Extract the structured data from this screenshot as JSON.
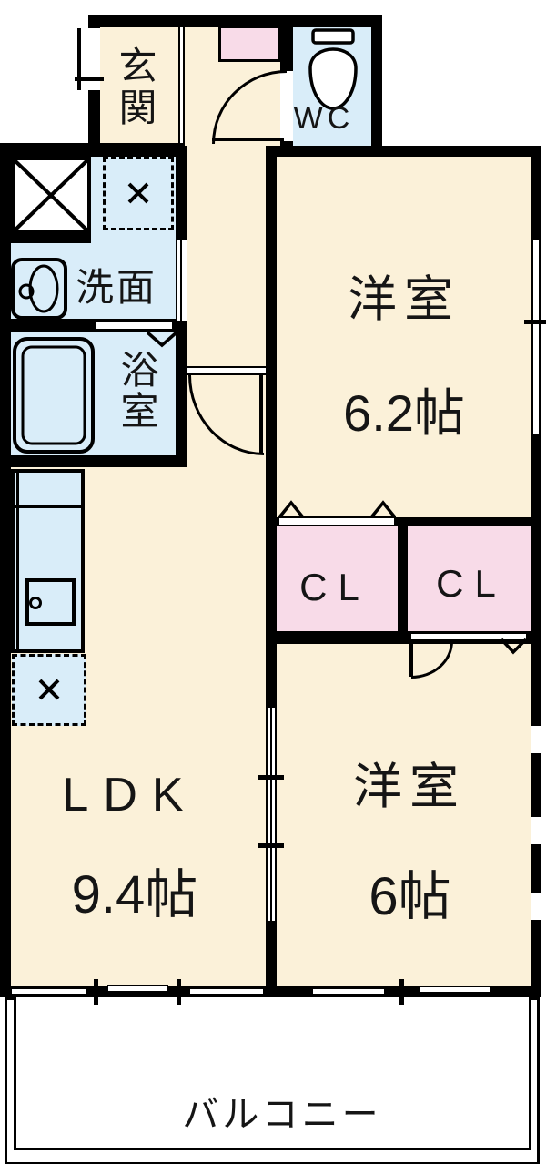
{
  "colors": {
    "floor_cream": "#FBF1D9",
    "wet_blue": "#D9EDF9",
    "closet_pink": "#F8DBE8",
    "wall_black": "#000000",
    "outside_white": "#FFFFFF"
  },
  "rooms": {
    "genkan": {
      "label": "玄関"
    },
    "wc": {
      "label": "WC"
    },
    "washroom": {
      "label": "洗面"
    },
    "bathroom": {
      "label": "浴室"
    },
    "western_room_1": {
      "label": "洋室",
      "size": "6.2帖"
    },
    "closet_left": {
      "label": "CL"
    },
    "closet_right": {
      "label": "CL"
    },
    "ldk": {
      "label": "LDK",
      "size": "9.4帖"
    },
    "western_room_2": {
      "label": "洋室",
      "size": "6帖"
    },
    "balcony": {
      "label": "バルコニー"
    }
  },
  "icons": {
    "toilet": "toilet-icon",
    "washbasin": "sink-icon",
    "bathtub": "bathtub-icon",
    "stove": "stove-icon",
    "pipe_space": "x-box-icon",
    "washing_machine_space": "dashed-x-icon",
    "refrigerator_space": "dashed-x-icon",
    "folding_door": "chevron-icon"
  }
}
